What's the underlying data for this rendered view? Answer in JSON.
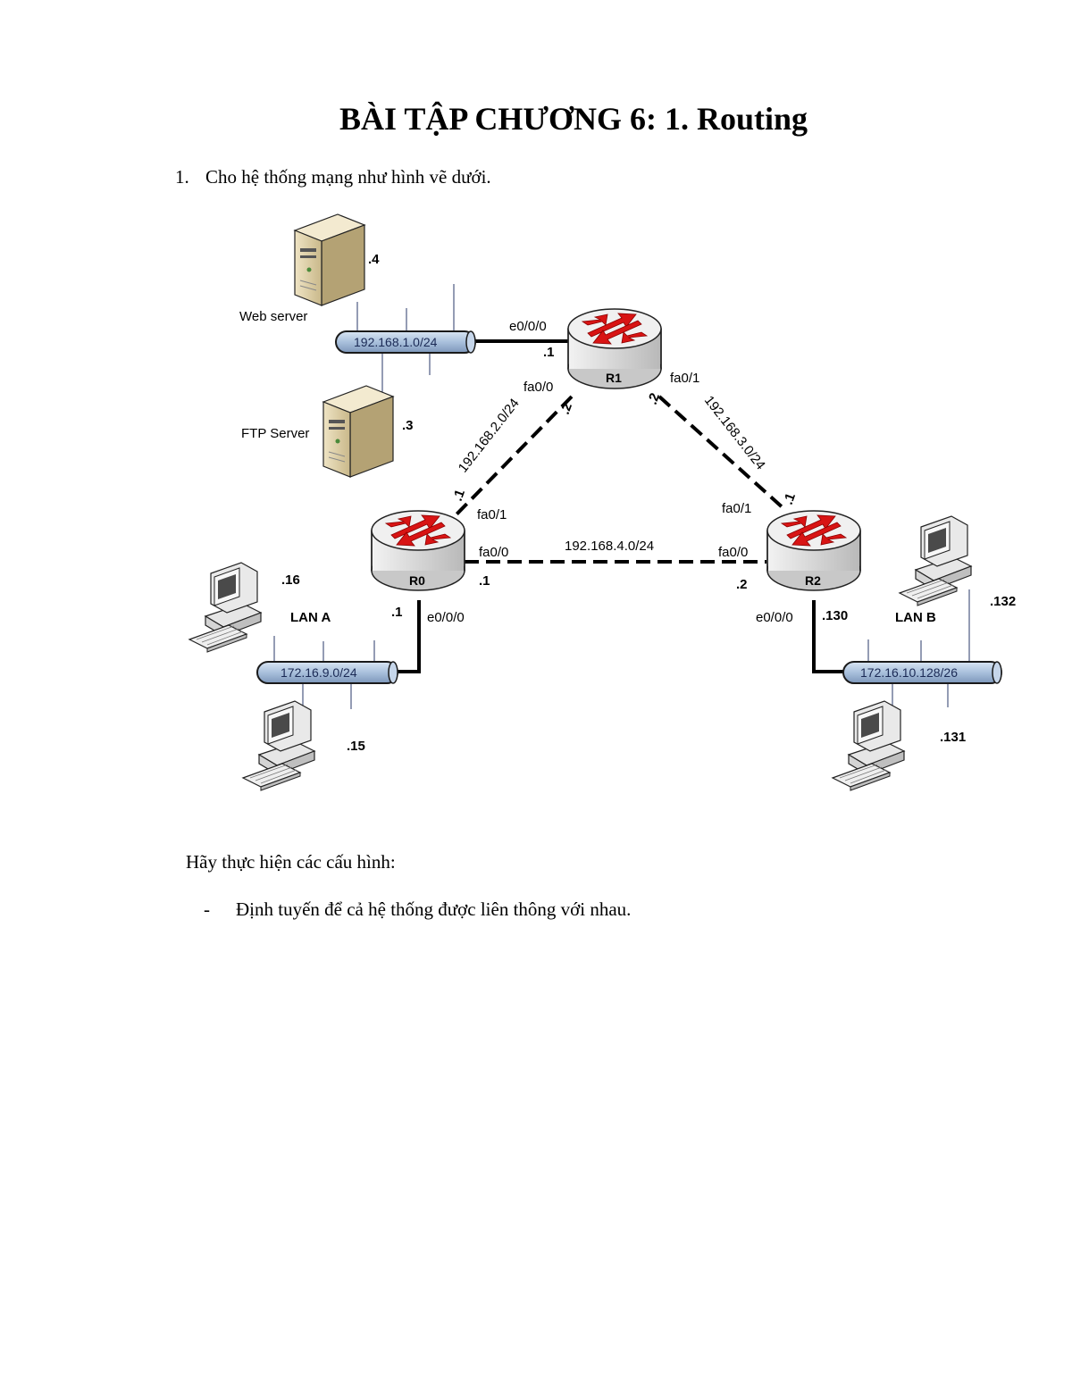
{
  "heading": "BÀI TẬP CHƯƠNG 6: 1. Routing",
  "question": {
    "number": "1.",
    "text": "Cho hệ thống mạng như hình vẽ dưới."
  },
  "instruction": "Hãy thực hiện các cấu hình:",
  "task": {
    "marker": "-",
    "text": "Định tuyến để cả hệ thống được liên thông với nhau."
  },
  "diagram": {
    "routers": {
      "r0": "R0",
      "r1": "R1",
      "r2": "R2"
    },
    "servers": {
      "web_label": "Web server",
      "web_ip": ".4",
      "ftp_label": "FTP Server",
      "ftp_ip": ".3"
    },
    "networks": {
      "server_net": "192.168.1.0/24",
      "lan_a": "172.16.9.0/24",
      "lan_b": "172.16.10.128/26",
      "r1_r0": "192.168.2.0/24",
      "r1_r2": "192.168.3.0/24",
      "r0_r2": "192.168.4.0/24"
    },
    "interfaces": {
      "r1_e0": "e0/0/0",
      "r1_e0_ip": ".1",
      "r1_fa00": "fa0/0",
      "r1_fa00_ip": ".2",
      "r1_fa01": "fa0/1",
      "r1_fa01_ip": ".2",
      "r0_fa01": "fa0/1",
      "r0_fa01_ip": ".1",
      "r0_fa00": "fa0/0",
      "r0_fa00_ip": ".1",
      "r0_e0": "e0/0/0",
      "r0_e0_ip": ".1",
      "r2_fa01": "fa0/1",
      "r2_fa01_ip": ".1",
      "r2_fa00": "fa0/0",
      "r2_fa00_ip": ".2",
      "r2_e0": "e0/0/0",
      "r2_e0_ip": ".130"
    },
    "lans": {
      "lan_a_label": "LAN A",
      "pc_a1_ip": ".16",
      "pc_a2_ip": ".15",
      "lan_b_label": "LAN B",
      "pc_b1_ip": ".132",
      "pc_b2_ip": ".131"
    },
    "colors": {
      "arrow": "#d81414",
      "bus": "#a9c0dc",
      "router_body": "#dcdcdc"
    }
  }
}
